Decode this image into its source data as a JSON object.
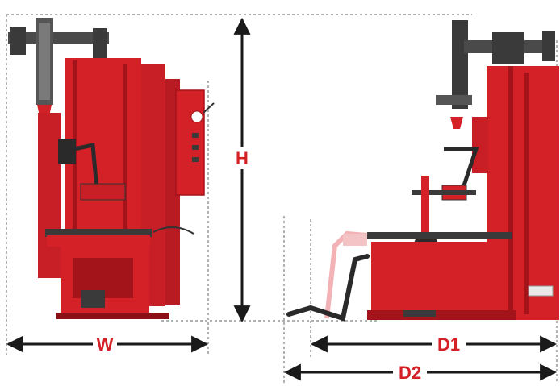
{
  "labels": {
    "height": "H",
    "width": "W",
    "depth_1": "D1",
    "depth_2": "D2"
  },
  "colors": {
    "machine_red": "#d42027",
    "machine_dark_red": "#a3141a",
    "machine_gray": "#4a4a4a",
    "dimension_line": "#1a1a1a",
    "label_red": "#d42027"
  }
}
